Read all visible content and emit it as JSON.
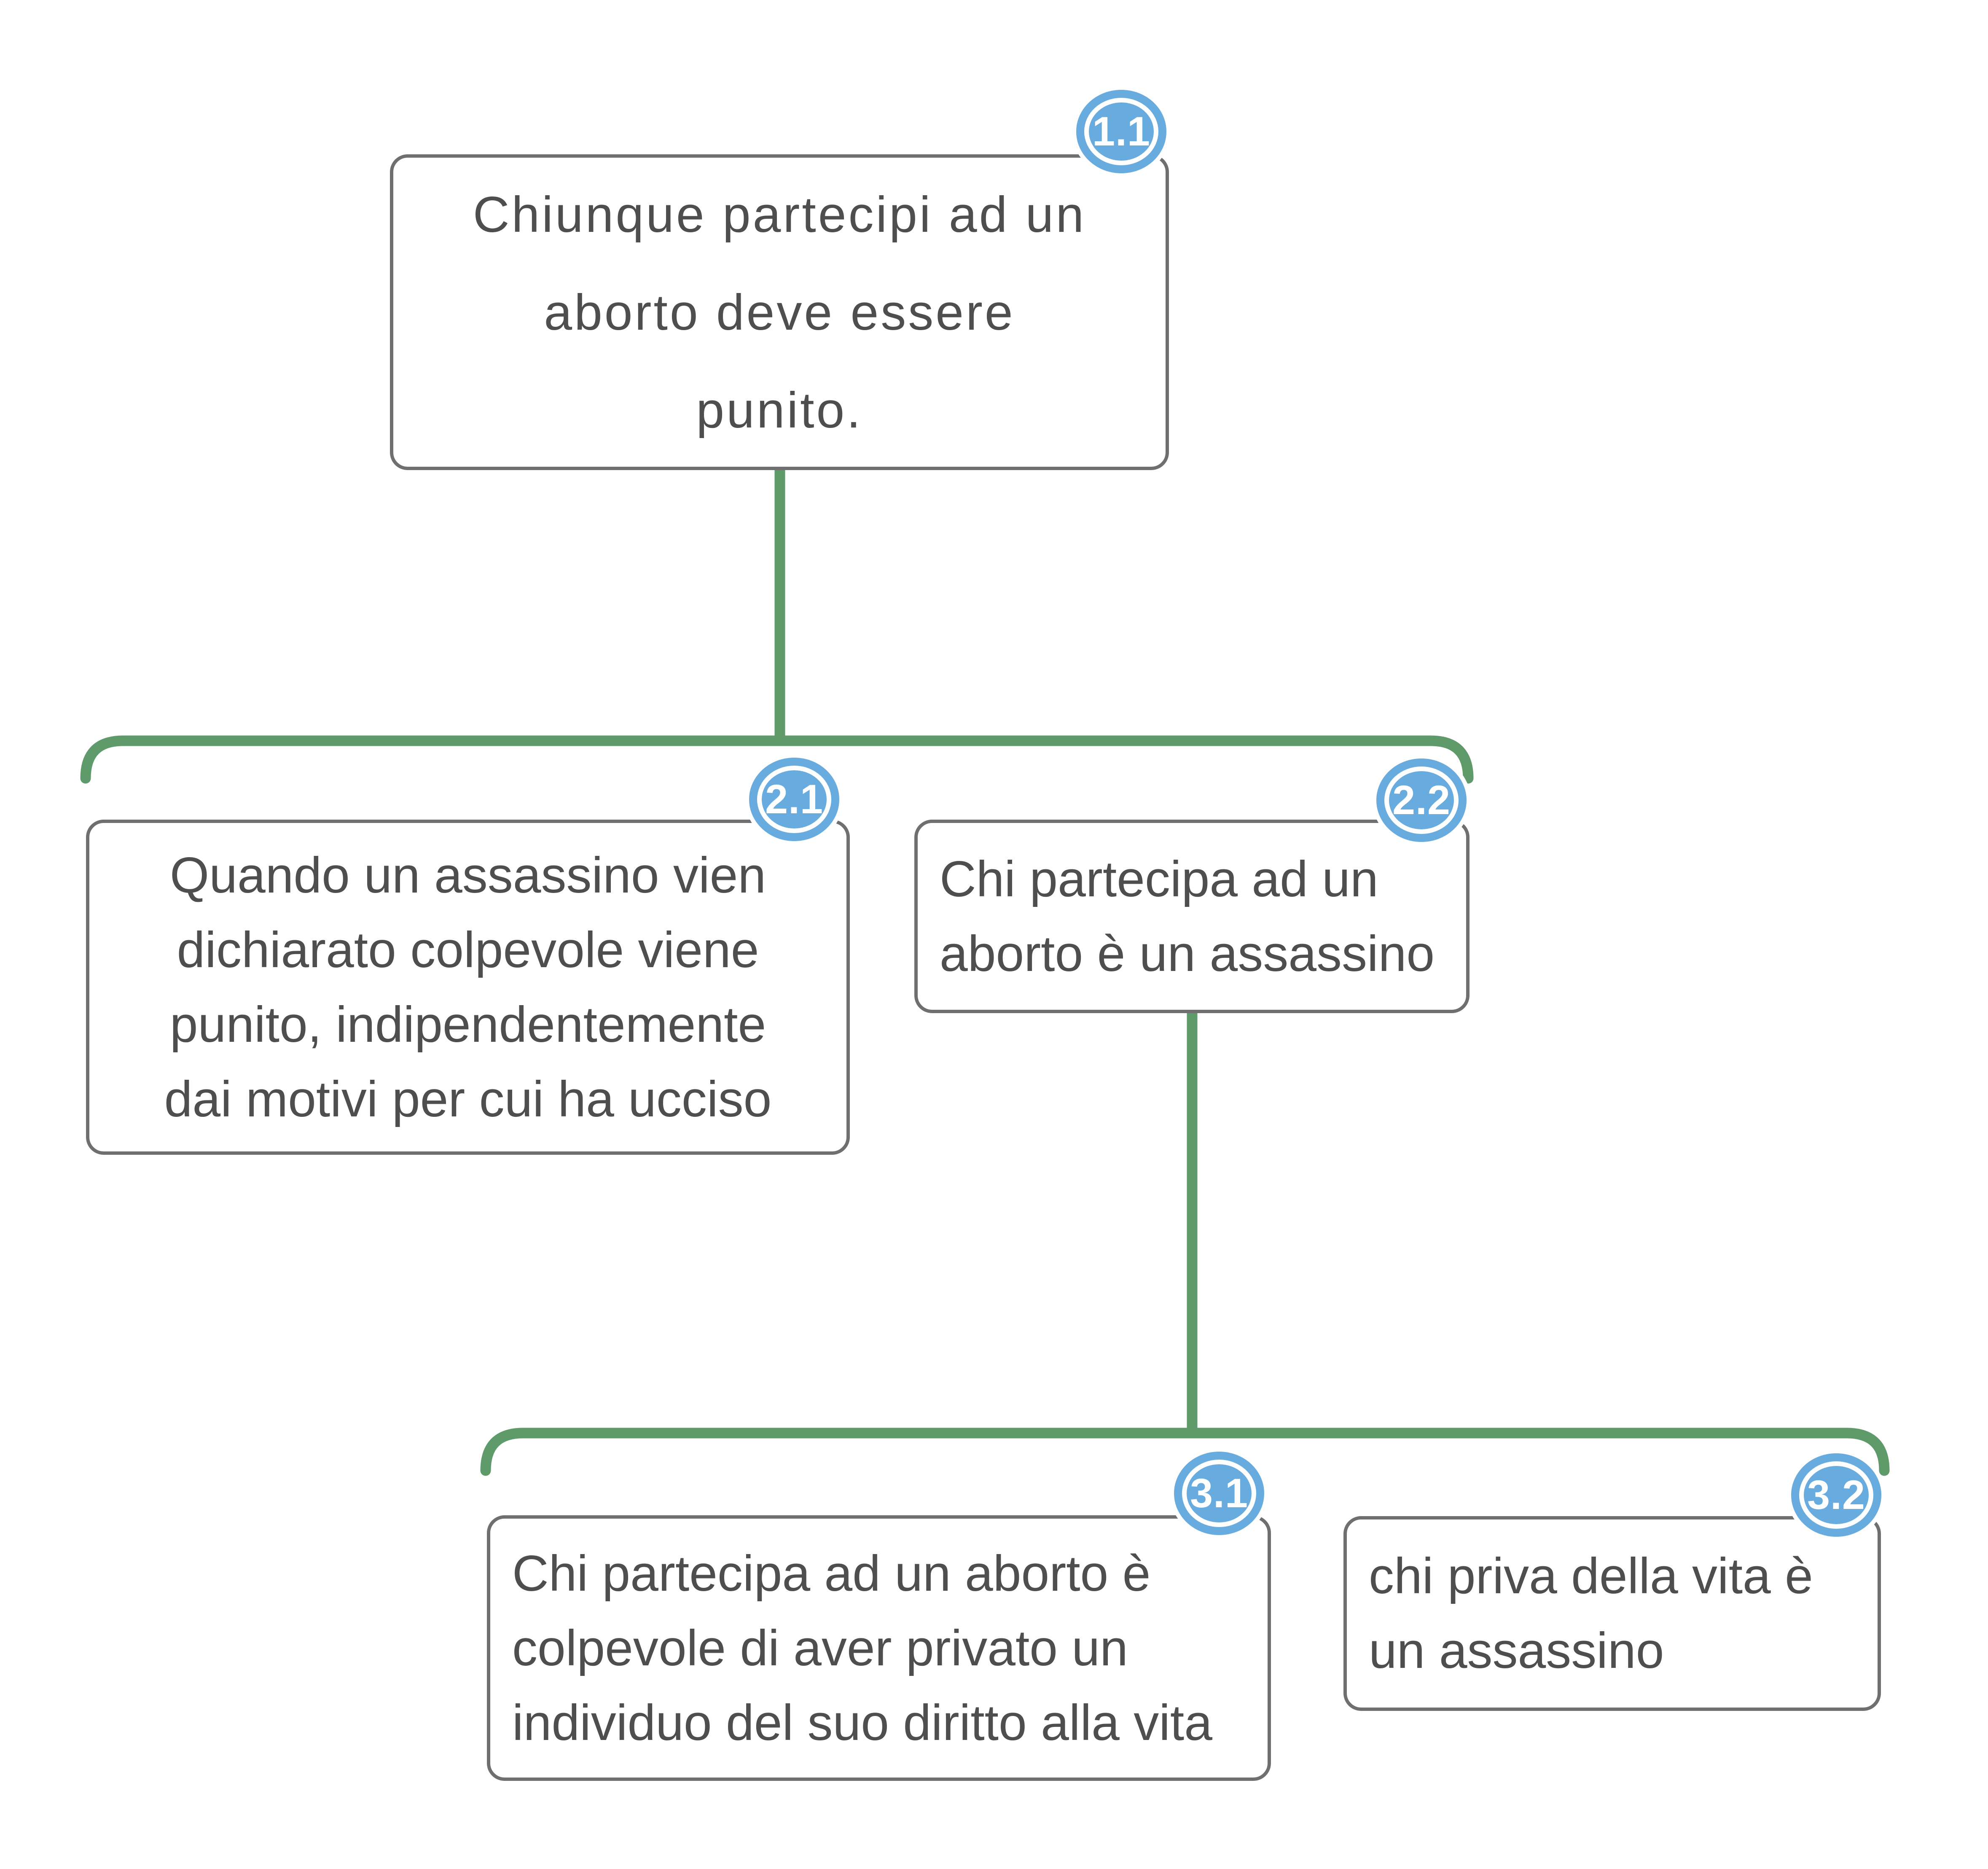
{
  "diagram": {
    "type": "argument-map-tree",
    "background_color": "#ffffff",
    "connector_color": "#5F9A6B",
    "badge_fill_color": "#68ABDF",
    "badge_text_color": "#ffffff",
    "box_border_color": "#6F6F6F",
    "box_fill_color": "#ffffff",
    "text_color": "#4E4E4E",
    "nodes": [
      {
        "id": "1.1",
        "text": "Chiunque partecipi ad un\naborto deve essere\npunito."
      },
      {
        "id": "2.1",
        "text": "Quando un assassino vien\ndichiarato colpevole viene\npunito, indipendentemente\ndai motivi per cui ha ucciso"
      },
      {
        "id": "2.2",
        "text": "Chi partecipa ad un\naborto è un assassino"
      },
      {
        "id": "3.1",
        "text": "Chi partecipa ad un aborto è\ncolpevole di aver privato un\nindividuo del suo diritto alla vita"
      },
      {
        "id": "3.2",
        "text": "chi priva della vita è\nun assassino"
      }
    ],
    "edges": [
      {
        "from": "1.1",
        "to": [
          "2.1",
          "2.2"
        ]
      },
      {
        "from": "2.2",
        "to": [
          "3.1",
          "3.2"
        ]
      }
    ]
  }
}
